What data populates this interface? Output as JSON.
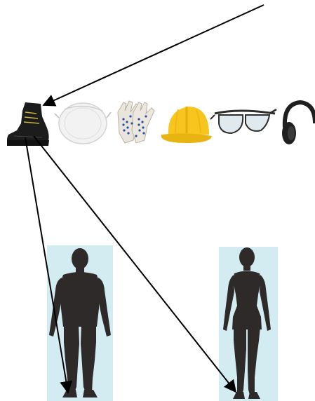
{
  "colors": {
    "background": "#ffffff",
    "figure_panel": "#d3ecf1",
    "silhouette": "#2e2a2a",
    "arrow": "#000000",
    "helmet": "#f7c51d",
    "goggle_frame": "#2d2d2d",
    "goggle_lens": "#dfe9ee",
    "boot": "#1c1c1c",
    "mask": "#f2f2f2",
    "glove": "#e9e5dc",
    "glove_dots": "#2b4fa3",
    "headphones": "#1f1f1f"
  },
  "ppe_items": [
    {
      "name": "safety-boot-icon"
    },
    {
      "name": "dust-mask-icon"
    },
    {
      "name": "work-gloves-icon"
    },
    {
      "name": "hard-hat-icon"
    },
    {
      "name": "safety-goggles-icon"
    },
    {
      "name": "ear-protection-headphones-icon"
    }
  ],
  "figures": [
    {
      "name": "male-body-figure"
    },
    {
      "name": "female-body-figure"
    }
  ],
  "arrows": [
    {
      "name": "arrow-to-boot",
      "from": "top-right",
      "to": "safety-boot"
    },
    {
      "name": "arrow-boot-to-male-foot",
      "from": "safety-boot",
      "to": "male-foot"
    },
    {
      "name": "arrow-boot-to-female-foot",
      "from": "safety-boot",
      "to": "female-foot"
    }
  ]
}
